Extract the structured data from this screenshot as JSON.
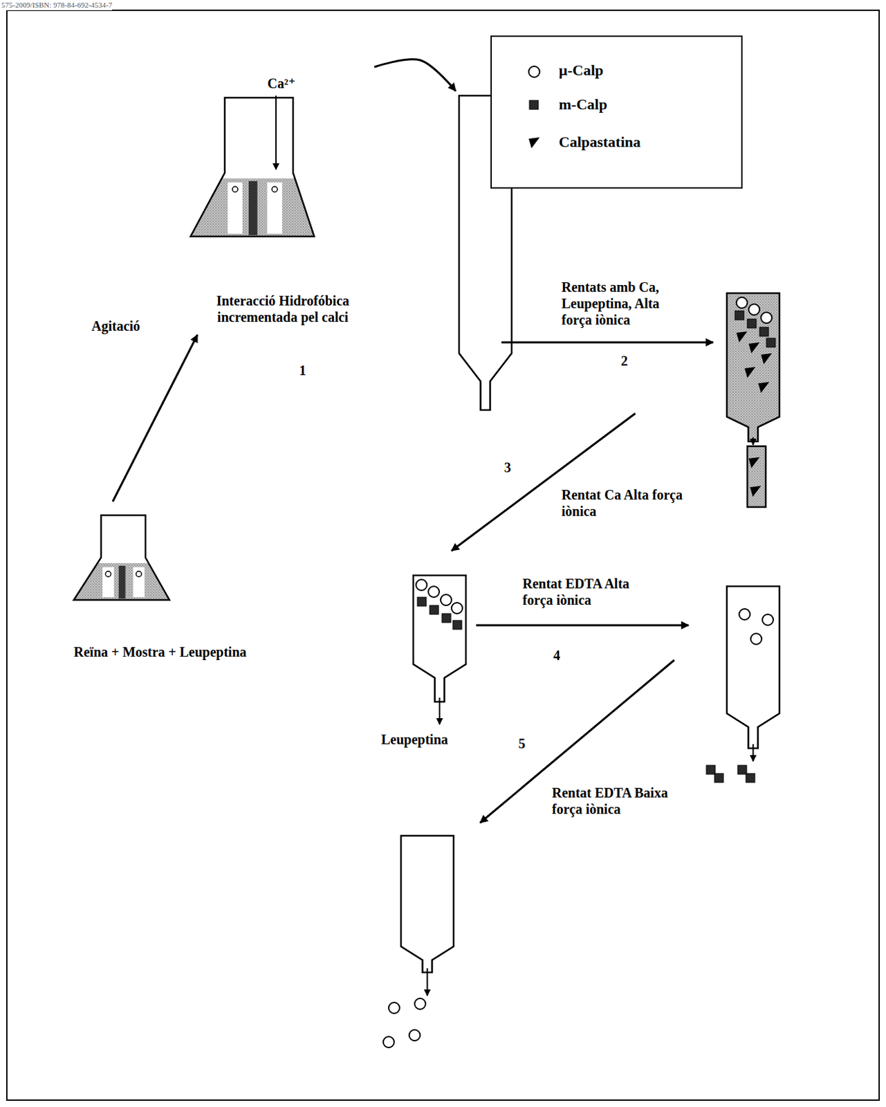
{
  "diagram": {
    "nodes": [
      {
        "text": [
          "Reïna + Mostra + Leupeptina"
        ]
      },
      {
        "text": [
          "Ca²⁺",
          "Interacció Hidrofóbica incrementada pel calci"
        ]
      },
      {
        "text": []
      },
      {
        "text": []
      },
      {
        "text": [
          "Leupeptina"
        ]
      },
      {
        "text": []
      },
      {
        "text": []
      }
    ],
    "edges": [
      {
        "from": 0,
        "to": 1,
        "label": "Agitació",
        "arrow": "to"
      },
      {
        "from": 1,
        "to": 2,
        "arrow": "to"
      },
      {
        "from": 2,
        "to": 3,
        "label": "Rentats amb Ca, Leupeptina, Alta força iònica",
        "arrow": "to"
      },
      {
        "from": 3,
        "to": 4,
        "label": "Rentat Ca Alta força iònica",
        "arrow": "to"
      },
      {
        "from": 4,
        "to": 5,
        "label": "Rentat EDTA Alta força iònica",
        "arrow": "to"
      },
      {
        "from": 5,
        "to": 6,
        "label": "Rentat EDTA Baixa força iònica",
        "arrow": "to"
      }
    ],
    "labels": [
      "575-2009/ISBN: 978-84-692-4534-7",
      "1",
      "2",
      "3",
      "4",
      "5"
    ],
    "legend": [
      {
        "text": "µ-Calp"
      },
      {
        "text": "m-Calp"
      },
      {
        "text": "Calpastatina"
      }
    ]
  }
}
